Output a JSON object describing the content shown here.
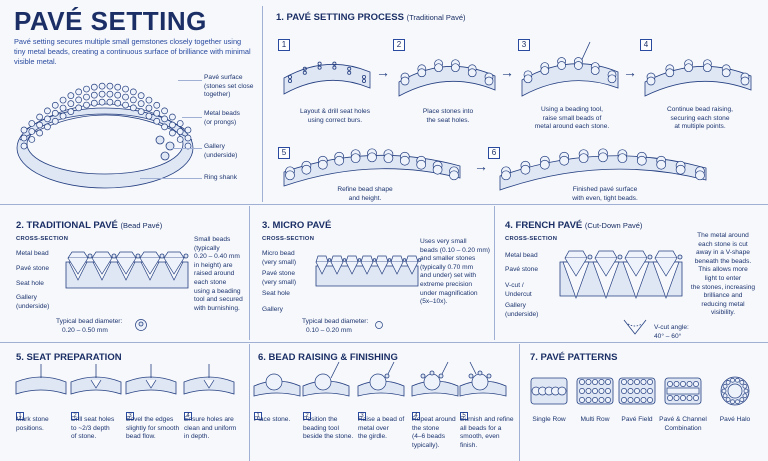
{
  "title": "PAVÉ SETTING",
  "intro": "Pavé setting secures multiple small gemstones closely together using tiny metal beads, creating a continuous surface of brilliance with minimal visible metal.",
  "ring_labels": [
    "Pavé surface\n(stones set close\ntogether)",
    "Metal beads\n(or prongs)",
    "Gallery\n(underside)",
    "Ring shank"
  ],
  "process": {
    "heading": "1. PAVÉ SETTING PROCESS",
    "heading_note": "(Traditional Pavé)",
    "steps": [
      {
        "num": "1",
        "text": "Layout & drill seat holes\nusing correct burs."
      },
      {
        "num": "2",
        "text": "Place stones into\nthe seat holes."
      },
      {
        "num": "3",
        "text": "Using a beading tool,\nraise small beads of\nmetal around each stone."
      },
      {
        "num": "4",
        "text": "Continue bead raising,\nsecuring each stone\nat multiple points."
      },
      {
        "num": "5",
        "text": "Refine bead shape\nand height."
      },
      {
        "num": "6",
        "text": "Finished pavé surface\nwith even, tight beads."
      }
    ]
  },
  "traditional": {
    "heading": "2. TRADITIONAL PAVÉ",
    "heading_note": "(Bead Pavé)",
    "cross": "CROSS-SECTION",
    "labels": [
      "Metal bead",
      "Pavé stone",
      "Seat hole",
      "Gallery\n(underside)"
    ],
    "desc": "Small beads\n(typically\n0.20 – 0.40 mm\nin height) are\nraised around\neach stone\nusing a beading\ntool and secured\nwith burnishing.",
    "dia_label": "Typical bead diameter:",
    "dia_value": "0.20 – 0.50 mm"
  },
  "micro": {
    "heading": "3. MICRO PAVÉ",
    "cross": "CROSS-SECTION",
    "labels": [
      "Micro bead\n(very small)",
      "Pavé stone\n(very small)",
      "Seat hole",
      "Gallery"
    ],
    "desc": "Uses very small\nbeads (0.10 – 0.20 mm)\nand smaller stones\n(typically 0.70 mm\nand under) set with\nextreme precision\nunder magnification\n(5x–10x).",
    "dia_label": "Typical bead diameter:",
    "dia_value": "0.10 – 0.20 mm"
  },
  "french": {
    "heading": "4. FRENCH PAVÉ",
    "heading_note": "(Cut-Down Pavé)",
    "cross": "CROSS-SECTION",
    "labels": [
      "Metal bead",
      "Pavé stone",
      "V-cut /\nUndercut",
      "Gallery\n(underside)"
    ],
    "desc": "The metal around\neach stone is cut\naway in a V-shape\nbeneath the beads.\nThis allows more\nlight to enter\nthe stones, increasing\nbrilliance and\nreducing metal\nvisibility.",
    "angle_label": "V-cut angle:",
    "angle_value": "40° – 60°"
  },
  "seat": {
    "heading": "5. SEAT PREPARATION",
    "steps": [
      {
        "num": "1",
        "text": "Mark stone\npositions."
      },
      {
        "num": "2",
        "text": "Drill seat holes\nto ~2/3 depth\nof stone."
      },
      {
        "num": "3",
        "text": "Bevel the edges\nslightly for smooth\nbead flow."
      },
      {
        "num": "4",
        "text": "Ensure holes are\nclean and uniform\nin depth."
      }
    ]
  },
  "bead": {
    "heading": "6. BEAD RAISING & FINISHING",
    "steps": [
      {
        "num": "1",
        "text": "Place stone."
      },
      {
        "num": "2",
        "text": "Position the\nbeading tool\nbeside the stone."
      },
      {
        "num": "3",
        "text": "Raise a bead of\nmetal over\nthe girdle."
      },
      {
        "num": "4",
        "text": "Repeat around\nthe stone\n(4–6 beads\ntypically)."
      },
      {
        "num": "5",
        "text": "Burnish and refine\nall beads for a\nsmooth, even\nfinish."
      }
    ]
  },
  "patterns": {
    "heading": "7. PAVÉ PATTERNS",
    "items": [
      "Single Row",
      "Multi Row",
      "Pavé Field",
      "Pavé & Channel\nCombination",
      "Pavé Halo"
    ]
  }
}
